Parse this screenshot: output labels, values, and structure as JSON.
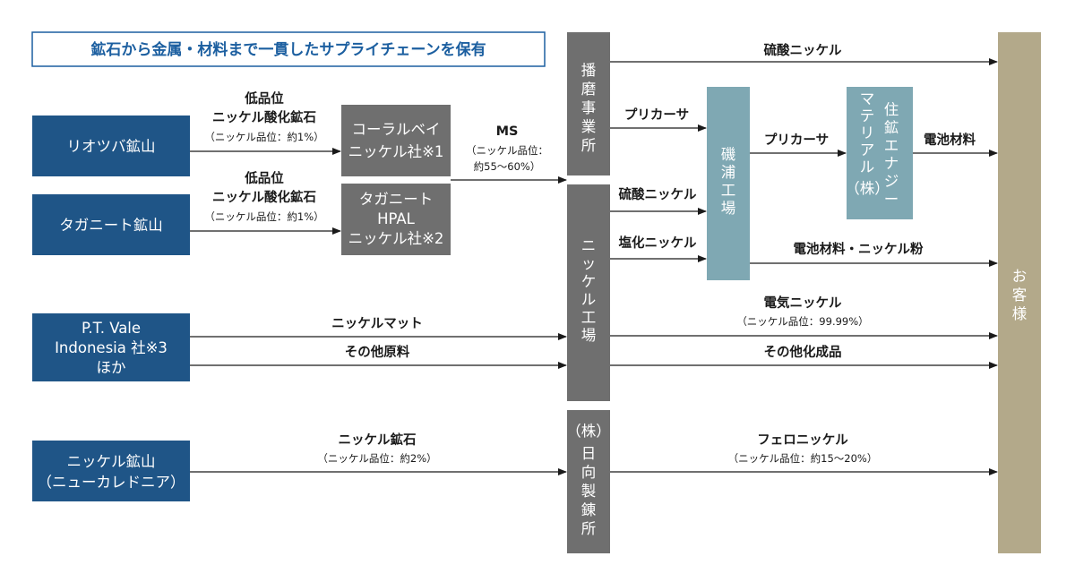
{
  "title": "鉱石から金属・材料まで一貫したサプライチェーンを保有",
  "sources": {
    "rio_tuba": "リオツバ鉱山",
    "taganito": "タガニート鉱山",
    "ptvale": [
      "P.T. Vale",
      "Indonesia 社※3",
      "ほか"
    ],
    "new_caledonia": [
      "ニッケル鉱山",
      "（ニューカレドニア）"
    ]
  },
  "processors": {
    "coral_bay": [
      "コーラルベイ",
      "ニッケル社※1"
    ],
    "taganito_hpal": [
      "タガニート",
      "HPAL",
      "ニッケル社※2"
    ],
    "harima": [
      "播",
      "磨",
      "事",
      "業",
      "所"
    ],
    "nickel_plant": [
      "ニ",
      "ッ",
      "ケ",
      "ル",
      "工",
      "場"
    ],
    "hyuga": [
      "（株）",
      "日",
      "向",
      "製",
      "錬",
      "所"
    ],
    "isoura": [
      "磯",
      "浦",
      "工",
      "場"
    ],
    "energy_materials": [
      "住",
      "鉱",
      "エ",
      "ナ",
      "ジ",
      "ー"
    ],
    "energy_materials_2": [
      "マ",
      "テ",
      "リ",
      "ア",
      "ル",
      "（株）"
    ]
  },
  "customer": [
    "お",
    "客",
    "様"
  ],
  "flows": {
    "low_grade_1": [
      "低品位",
      "ニッケル酸化鉱石",
      "（ニッケル品位：約1%）"
    ],
    "low_grade_2": [
      "低品位",
      "ニッケル酸化鉱石",
      "（ニッケル品位：約1%）"
    ],
    "ms": [
      "MS",
      "（ニッケル品位：",
      "約55〜60%）"
    ],
    "nickel_sulfate_top": "硫酸ニッケル",
    "precursor_1": "プリカーサ",
    "precursor_2": "プリカーサ",
    "battery_material": "電池材料",
    "nickel_sulfate_mid": "硫酸ニッケル",
    "nickel_chloride": "塩化ニッケル",
    "battery_powder": "電池材料・ニッケル粉",
    "nickel_matte": "ニッケルマット",
    "other_raw": "その他原料",
    "electro_nickel": [
      "電気ニッケル",
      "（ニッケル品位：99.99%）"
    ],
    "other_products": "その他化成品",
    "nickel_ore": [
      "ニッケル鉱石",
      "（ニッケル品位：約2%）"
    ],
    "ferronickel": [
      "フェロニッケル",
      "（ニッケル品位：約15〜20%）"
    ]
  },
  "colors": {
    "navy": "#1f5587",
    "gray": "#6f6f6f",
    "teal": "#7fa8b3",
    "tan": "#b3a98a",
    "title_blue": "#1c5fa0"
  }
}
